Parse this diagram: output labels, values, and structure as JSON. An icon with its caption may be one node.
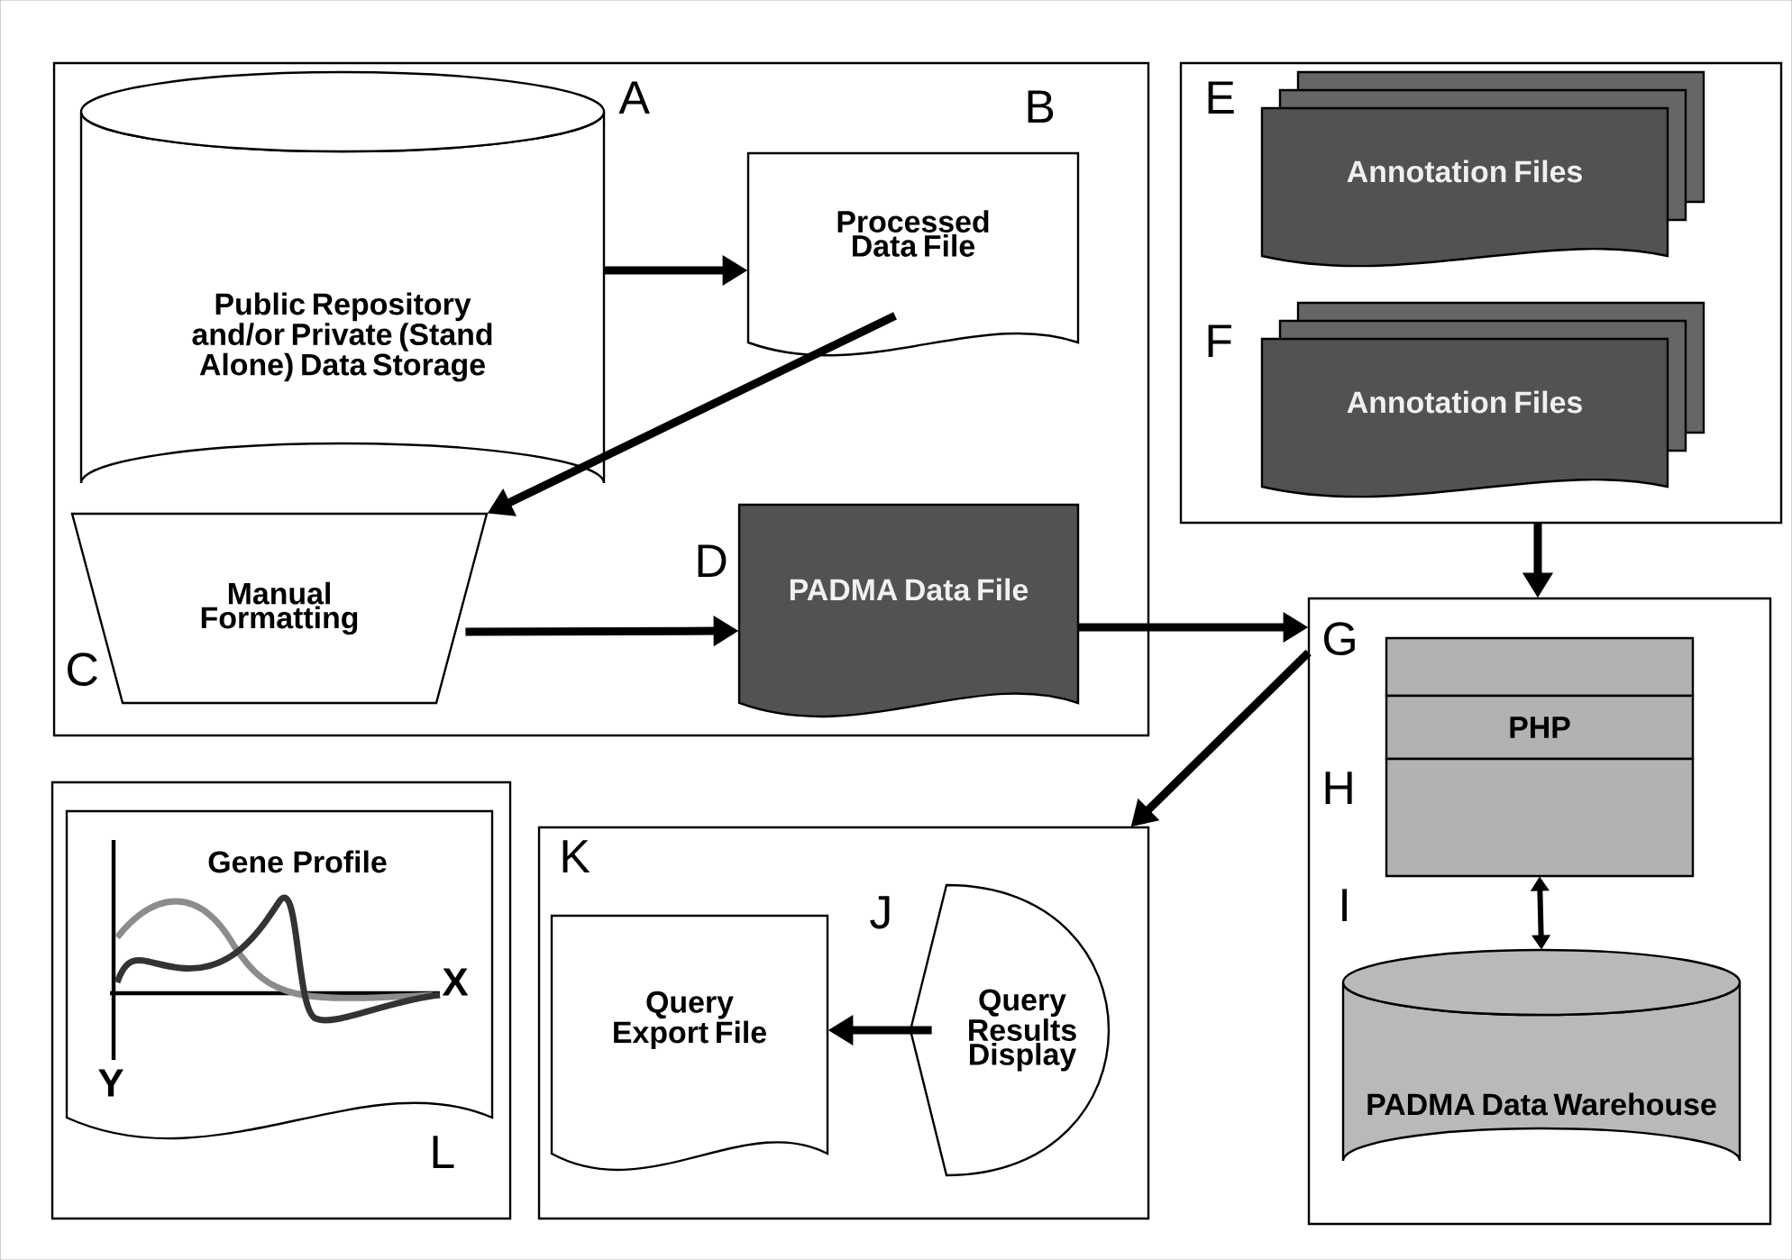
{
  "diagram": {
    "nodes": [
      {
        "text": [],
        "shape": "box"
      },
      {
        "text": [
          "Public Repository and/or Private (Stand Alone) Data Storage"
        ],
        "in": 0,
        "beside": [
          "A"
        ]
      },
      {
        "text": [
          "Processed Data File"
        ],
        "in": 0,
        "beside": [
          "B"
        ]
      },
      {
        "text": [
          "Manual Formatting"
        ],
        "in": 0,
        "beside": [
          "C"
        ]
      },
      {
        "text": [
          "PADMA Data File"
        ],
        "in": 0,
        "beside": [
          "D"
        ]
      },
      {
        "text": [],
        "shape": "box"
      },
      {
        "text": [
          "Annotation Files"
        ],
        "in": 5,
        "beside": [
          "E"
        ]
      },
      {
        "text": [
          "Annotation Files"
        ],
        "in": 5,
        "beside": [
          "F"
        ]
      },
      {
        "text": [],
        "shape": "box"
      },
      {
        "text": [],
        "shape": "bar",
        "in": 8,
        "beside": [
          "G"
        ]
      },
      {
        "text": [
          "PHP"
        ],
        "in": 8
      },
      {
        "text": [],
        "shape": "bar",
        "in": 8,
        "beside": [
          "H"
        ]
      },
      {
        "text": [
          "PADMA Data Warehouse"
        ],
        "in": 8,
        "beside": [
          "I"
        ]
      },
      {
        "text": [],
        "shape": "box"
      },
      {
        "text": [
          "Query Results Display"
        ],
        "in": 13,
        "beside": [
          "J"
        ]
      },
      {
        "text": [
          "Query Export File"
        ],
        "in": 13,
        "beside": [
          "K"
        ]
      },
      {
        "text": [],
        "shape": "box"
      },
      {
        "text": [
          "Gene Profile"
        ],
        "in": 16,
        "beside": [
          "L"
        ]
      }
    ],
    "edges": [
      {
        "from": 1,
        "to": 2,
        "arrow": "to"
      },
      {
        "from": 2,
        "to": 3,
        "arrow": "to"
      },
      {
        "from": 3,
        "to": 4,
        "arrow": "to"
      },
      {
        "from": 4,
        "to": 8,
        "arrow": "to"
      },
      {
        "from": 5,
        "to": 8,
        "arrow": "to"
      },
      {
        "from": 8,
        "to": 13,
        "arrow": "to"
      },
      {
        "from": 11,
        "to": 12,
        "arrow": "both"
      },
      {
        "from": 14,
        "to": 15,
        "arrow": "to"
      }
    ],
    "labels": [
      "X",
      "Y"
    ]
  }
}
